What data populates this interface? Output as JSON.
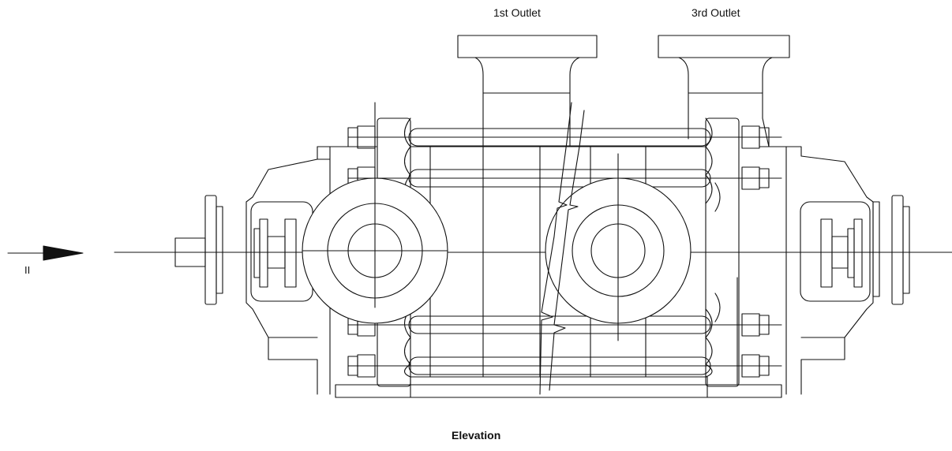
{
  "labels": {
    "outlet_1": "1st Outlet",
    "outlet_3": "3rd Outlet",
    "caption": "Elevation",
    "view_marker": "II"
  },
  "colors": {
    "stroke": "#111111",
    "background": "#ffffff"
  }
}
